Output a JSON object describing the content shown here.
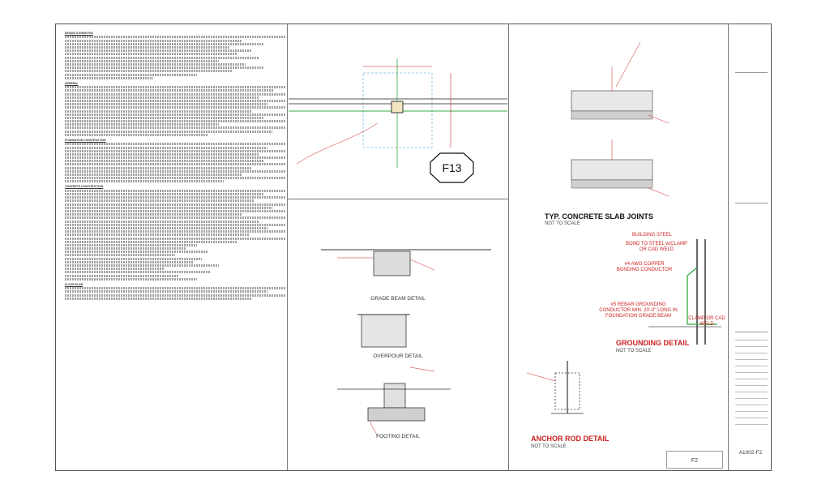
{
  "sheet": {
    "section_label": "F13",
    "sheet_number": "A1002-F2",
    "small_label": "F2"
  },
  "details": {
    "slab_joints": {
      "title": "TYP. CONCRETE SLAB JOINTS",
      "scale": "NOT TO SCALE"
    },
    "grounding": {
      "title": "GROUNDING DETAIL",
      "scale": "NOT TO SCALE",
      "labels": {
        "building_steel": "BUILDING STEEL",
        "bond": "BOND TO STEEL w/CLAMP OR CAD WELD",
        "copper": "#4 AWG COPPER BONDING CONDUCTOR",
        "rebar": "#5 REBAR GROUNDING CONDUCTOR MIN. 20'-0\" LONG IN FOUNDATION GRADE BEAM",
        "clamp": "CLAMP OR CAD WELD"
      }
    },
    "anchor_rod": {
      "title": "ANCHOR ROD DETAIL",
      "scale": "NOT TO SCALE"
    },
    "grade_beam": {
      "title": "GRADE BEAM DETAIL"
    },
    "overpour": {
      "title": "OVERPOUR DETAIL"
    },
    "footing": {
      "title": "FOOTING DETAIL"
    }
  },
  "notes": {
    "design_strengths": "DESIGN STRENGTHS",
    "general": "GENERAL",
    "foundation": "FOUNDATION CONSTRUCTION",
    "concrete": "CONCRETE CONSTRUCTION",
    "floor_slab": "FLOOR SLAB"
  }
}
